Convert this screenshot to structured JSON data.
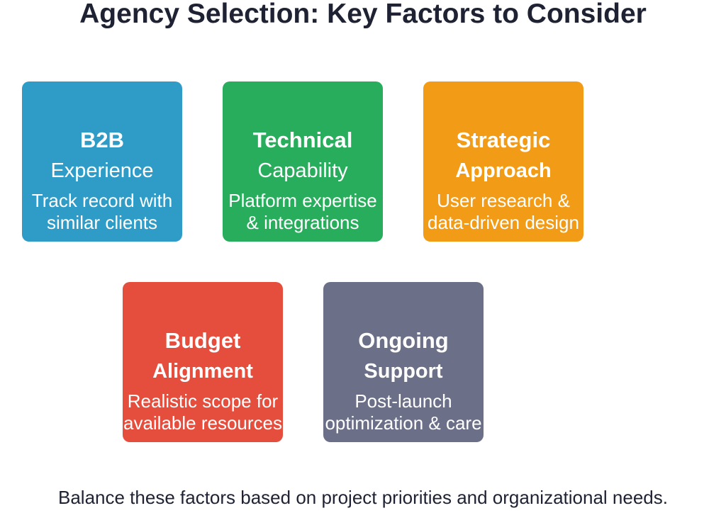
{
  "title": "Agency Selection: Key Factors to Consider",
  "cards": [
    {
      "line1": "B2B",
      "line2": "Experience",
      "desc1": "Track record with",
      "desc2": "similar clients",
      "color": "#2e9cc7"
    },
    {
      "line1": "Technical",
      "line2": "Capability",
      "desc1": "Platform expertise",
      "desc2": "& integrations",
      "color": "#28ad5c"
    },
    {
      "line1": "Strategic",
      "line2": "Approach",
      "desc1": "User research &",
      "desc2": "data-driven design",
      "color": "#f29b16"
    },
    {
      "line1": "Budget",
      "line2": "Alignment",
      "desc1": "Realistic scope for",
      "desc2": "available resources",
      "color": "#e54d3c"
    },
    {
      "line1": "Ongoing",
      "line2": "Support",
      "desc1": "Post-launch",
      "desc2": "optimization & care",
      "color": "#6b6f87"
    }
  ],
  "footer": "Balance these factors based on project priorities and organizational needs."
}
